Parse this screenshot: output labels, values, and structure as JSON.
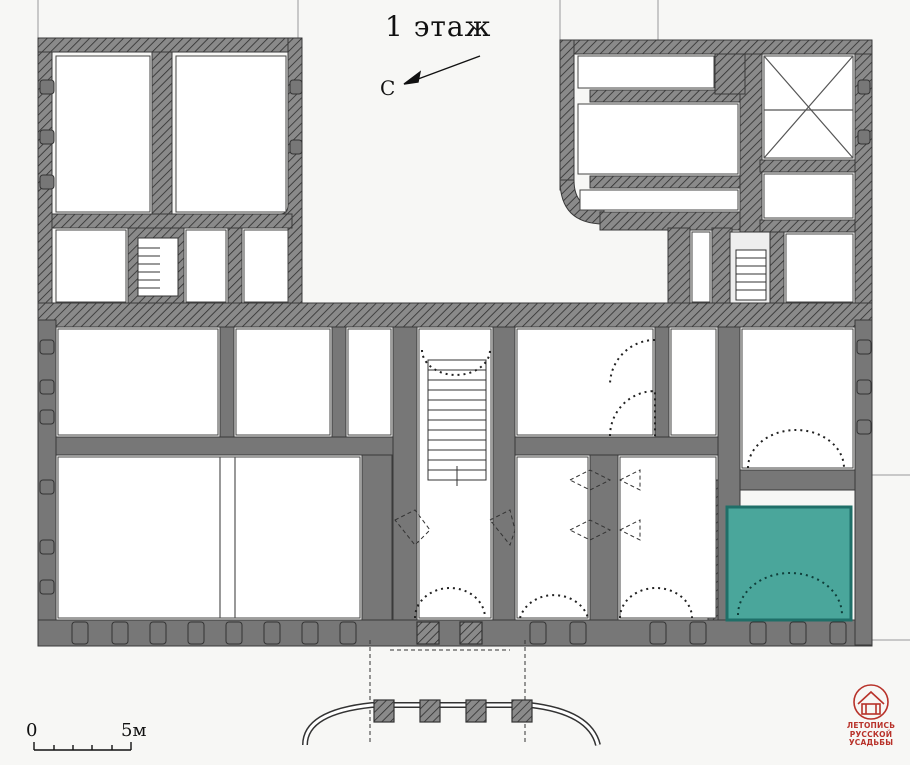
{
  "title": "1 этаж",
  "north_label": "С",
  "scale": {
    "start": "0",
    "end": "5м"
  },
  "logo": {
    "line1": "ЛЕТОПИСЬ",
    "line2": "РУССКОЙ",
    "line3": "УСАДЬБЫ"
  },
  "colors": {
    "wall": "#777777",
    "wall_edge": "#3a3a3a",
    "highlight": "#4aa69b",
    "highlight_edge": "#1f6f68",
    "paper": "#f7f7f5",
    "ink": "#111111",
    "brand": "#b8322a"
  }
}
